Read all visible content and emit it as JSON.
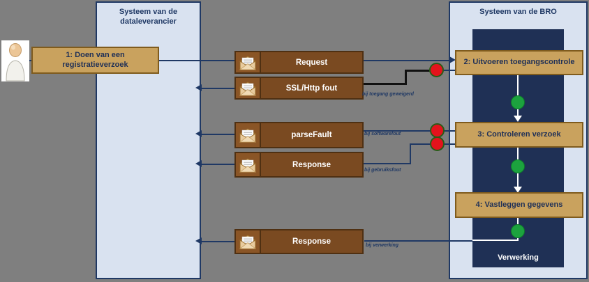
{
  "diagram": {
    "lanes": {
      "left": {
        "title": "Systeem van de dataleverancier"
      },
      "right": {
        "title": "Systeem van de BRO"
      }
    },
    "process_label": "Verwerking",
    "steps": [
      {
        "label": "1: Doen van een registratieverzoek"
      },
      {
        "label": "2: Uitvoeren toegangscontrole"
      },
      {
        "label": "3:  Controleren verzoek"
      },
      {
        "label": "4: Vastleggen gegevens"
      }
    ],
    "messages": [
      {
        "label": "Request",
        "direction": "right",
        "condition": ""
      },
      {
        "label": "SSL/Http fout",
        "direction": "left",
        "condition": "bij toegang geweigerd"
      },
      {
        "label": "parseFault",
        "direction": "left",
        "condition": "bij softwarefout"
      },
      {
        "label": "Response",
        "direction": "left",
        "condition": "bij gebruiksfout"
      },
      {
        "label": "Response",
        "direction": "left",
        "condition": "bij verwerking"
      }
    ],
    "icons": {
      "actor": "person-icon",
      "message": "envelope-icon",
      "status_error": "red-dot",
      "status_ok": "green-dot"
    },
    "colors": {
      "background": "#7f7f7f",
      "lane_fill": "#d9e2f0",
      "lane_border": "#1f3864",
      "panel_fill": "#1f3055",
      "step_fill": "#c9a25e",
      "message_fill": "#7a4a21",
      "dot_red": "#e3131c",
      "dot_green": "#1ca23e",
      "connector_navy": "#1f3864",
      "connector_black": "#111111",
      "connector_white": "#ffffff"
    }
  }
}
